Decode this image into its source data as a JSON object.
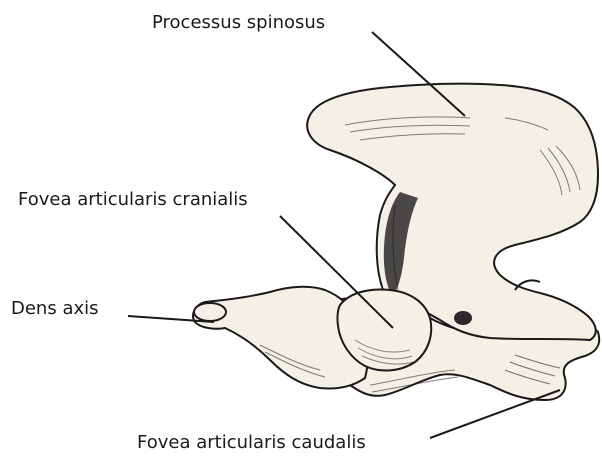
{
  "labels": {
    "processus_spinosus": "Processus spinosus",
    "fovea_articularis_cranialis": "Fovea articularis cranialis",
    "dens_axis": "Dens axis",
    "fovea_articularis_caudalis": "Fovea articularis caudalis"
  },
  "colors": {
    "bone_fill": "#f4f0e6",
    "ink": "#1a1a1a",
    "background": "#ffffff"
  }
}
